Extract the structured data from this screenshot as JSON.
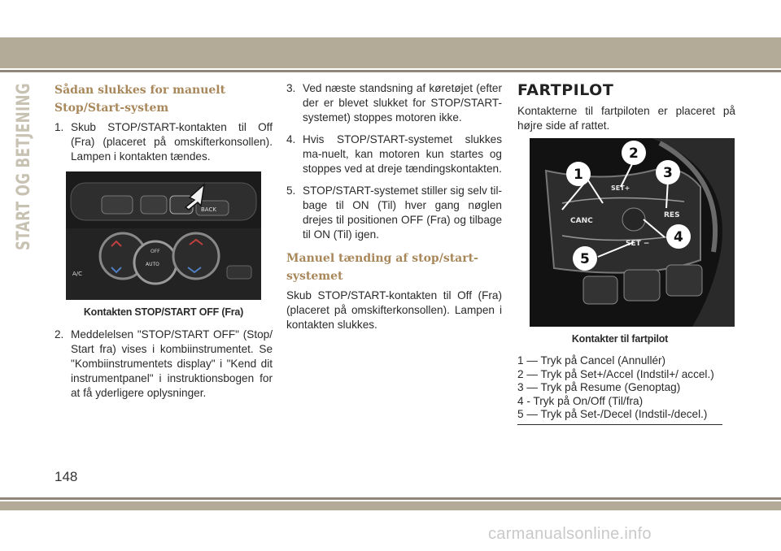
{
  "side_label": "START OG BETJENING",
  "col1": {
    "heading_line1": "Sådan slukkes for manuelt",
    "heading_line2": "Stop/Start-system",
    "item1_num": "1.",
    "item1_text": "Skub STOP/START-kontakten til Off (Fra) (placeret på omskifterkonsollen). Lampen i kontakten tændes.",
    "photo_caption": "Kontakten STOP/START OFF (Fra)",
    "item2_num": "2.",
    "item2_text": "Meddelelsen \"STOP/START OFF\" (Stop/ Start fra) vises i kombiinstrumentet. Se \"Kombiinstrumentets display\" i \"Kend dit instrumentpanel\" i instruktionsbogen for at få yderligere oplysninger."
  },
  "col2": {
    "item3_num": "3.",
    "item3_text": "Ved næste standsning af køretøjet (efter der er blevet slukket for STOP/START-systemet) stoppes motoren ikke.",
    "item4_num": "4.",
    "item4_text": "Hvis STOP/START-systemet slukkes ma-nuelt, kan motoren kun startes og stoppes ved at dreje tændingskontakten.",
    "item5_num": "5.",
    "item5_text": "STOP/START-systemet stiller sig selv til-bage til ON (Til) hver gang nøglen drejes til positionen OFF (Fra) og tilbage til ON (Til) igen.",
    "subheading": "Manuel tænding af stop/start-systemet",
    "paragraph": "Skub STOP/START-kontakten til Off (Fra) (placeret på omskifterkonsollen). Lampen i kontakten slukkes."
  },
  "col3": {
    "heading": "FARTPILOT",
    "intro": "Kontakterne til fartpiloten er placeret på højre side af rattet.",
    "photo_caption": "Kontakter til fartpilot",
    "legend": [
      "1 — Tryk på Cancel (Annullér)",
      "2 — Tryk på Set+/Accel (Indstil+/ accel.)",
      "3 — Tryk på Resume (Genoptag)",
      "4 - Tryk på On/Off (Til/fra)",
      "5 — Tryk på Set-/Decel (Indstil-/decel.)"
    ],
    "callouts": [
      "1",
      "2",
      "3",
      "4",
      "5"
    ],
    "wheel_labels": {
      "canc": "CANC",
      "setplus": "SET+",
      "res": "RES",
      "setminus": "SET −"
    }
  },
  "console_labels": {
    "auto": "AUTO",
    "back": "BACK",
    "ac": "A/C",
    "off": "OFF"
  },
  "page_number": "148",
  "watermark": "carmanualsonline.info"
}
